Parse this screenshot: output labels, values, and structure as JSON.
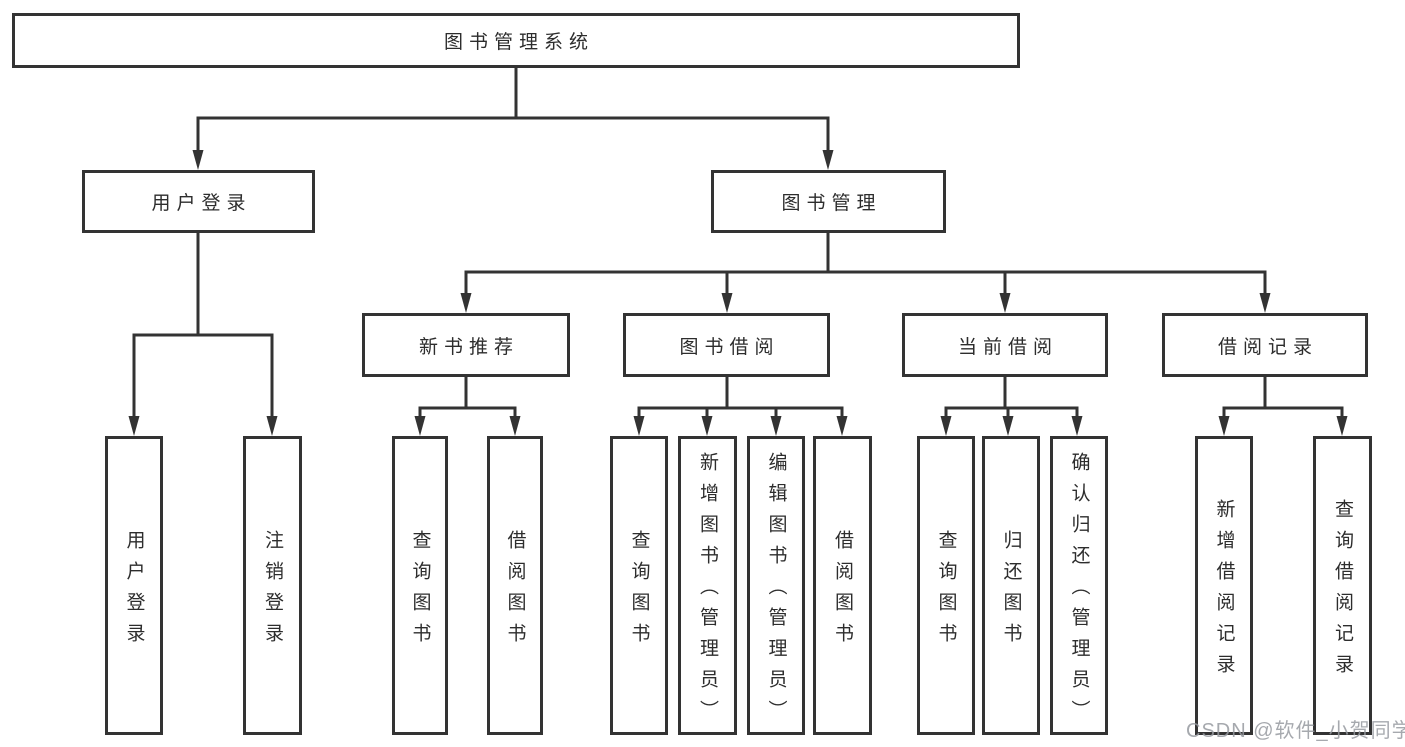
{
  "nodes": {
    "root": "图书管理系统",
    "level2": [
      "用户登录",
      "图书管理"
    ],
    "level3": [
      "新书推荐",
      "图书借阅",
      "当前借阅",
      "借阅记录"
    ],
    "leaves": [
      "用户登录",
      "注销登录",
      "查询图书",
      "借阅图书",
      "查询图书",
      "新增图书（管理员）",
      "编辑图书（管理员）",
      "借阅图书",
      "查询图书",
      "归还图书",
      "确认归还（管理员）",
      "新增借阅记录",
      "查询借阅记录"
    ]
  },
  "watermark": "CSDN @软件_小贺同学",
  "colors": {
    "line": "#333333",
    "text": "#2d2d2d",
    "background": "#ffffff",
    "watermark": "#969aa0"
  }
}
